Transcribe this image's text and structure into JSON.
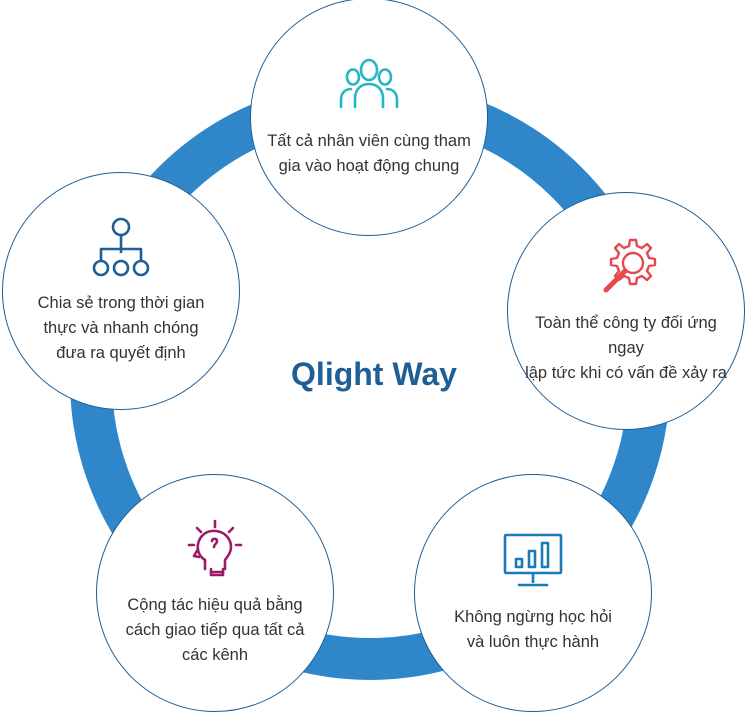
{
  "title": "Qlight Way",
  "colors": {
    "ring": "#2f87c9",
    "node_border": "#1f5f96",
    "title": "#1f5f96",
    "icon_teal": "#26b5c2",
    "icon_navy": "#1f5f96",
    "icon_red": "#e5484d",
    "icon_blue": "#1a7bb8",
    "icon_magenta": "#9b1b6a"
  },
  "nodes": [
    {
      "id": "participation",
      "icon": "people-group-icon",
      "label_lines": [
        "Tất cả nhân viên cùng tham",
        "gia vào hoạt động chung"
      ]
    },
    {
      "id": "response",
      "icon": "gear-search-icon",
      "label_lines": [
        "Toàn thể công ty đối ứng ngay",
        "lập tức khi có vấn đề xảy ra"
      ]
    },
    {
      "id": "learning",
      "icon": "monitor-chart-icon",
      "label_lines": [
        "Không ngừng học hỏi",
        "và luôn thực hành"
      ]
    },
    {
      "id": "collaboration",
      "icon": "head-lightbulb-icon",
      "label_lines": [
        "Cộng tác hiệu quả bằng",
        "cách giao tiếp qua tất cả",
        "các kênh"
      ]
    },
    {
      "id": "sharing",
      "icon": "org-chart-icon",
      "label_lines": [
        "Chia sẻ trong thời gian",
        "thực và nhanh chóng",
        "đưa ra quyết định"
      ]
    }
  ]
}
